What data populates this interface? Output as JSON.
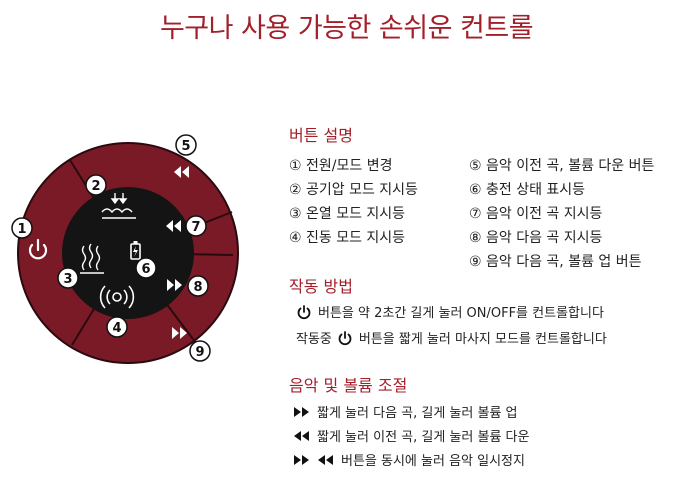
{
  "title": "누구나 사용 가능한 손쉬운 컨트롤",
  "colors": {
    "accent": "#a3202b",
    "ring": "#7a1a26",
    "center": "#141414"
  },
  "diagram": {
    "callouts": [
      "①",
      "②",
      "③",
      "④",
      "⑤",
      "⑥",
      "⑦",
      "⑧",
      "⑨"
    ],
    "icons": [
      "power-icon",
      "air-pressure-icon",
      "heat-icon",
      "vibration-icon",
      "prev-track-icon",
      "battery-icon",
      "prev-indicator-icon",
      "next-indicator-icon",
      "next-track-icon"
    ]
  },
  "buttons_section": {
    "title": "버튼 설명",
    "items_left": [
      "① 전원/모드 변경",
      "② 공기압 모드 지시등",
      "③ 온열 모드 지시등",
      "④ 진동 모드 지시등"
    ],
    "items_right": [
      "⑤ 음악 이전 곡, 볼륨 다운 버튼",
      "⑥ 충전 상태 표시등",
      "⑦ 음악 이전 곡 지시등",
      "⑧ 음악 다음 곡 지시등",
      "⑨ 음악 다음 곡, 볼륨 업 버튼"
    ]
  },
  "operation_section": {
    "title": "작동 방법",
    "line1": "버튼을 약 2초간 길게 눌러 ON/OFF를 컨트롤합니다",
    "line2_prefix": "작동중",
    "line2_suffix": "버튼을 짧게 눌러 마사지 모드를 컨트롤합니다"
  },
  "music_section": {
    "title": "음악 및 볼륨 조절",
    "line1": "짧게 눌러 다음 곡, 길게 눌러 볼륨 업",
    "line2": "짧게 눌러 이전 곡, 길게 눌러 볼륨 다운",
    "line3": "버튼을 동시에 눌러 음악 일시정지"
  }
}
